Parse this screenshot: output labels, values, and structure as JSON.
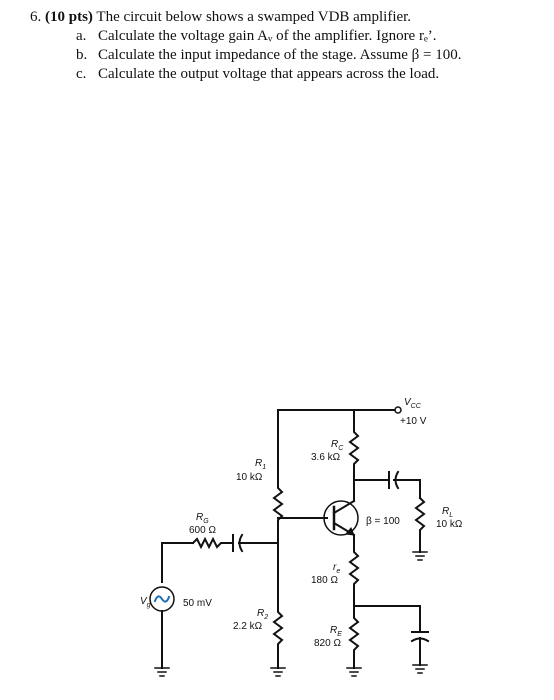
{
  "problem": {
    "number": "6.",
    "points": "(10 pts)",
    "statement": "The circuit below shows a swamped VDB amplifier.",
    "parts": [
      {
        "marker": "a.",
        "text": "Calculate the voltage gain Aᵥ of the amplifier. Ignore rₑ’."
      },
      {
        "marker": "b.",
        "text": "Calculate the input impedance of the stage. Assume β = 100."
      },
      {
        "marker": "c.",
        "text": "Calculate the output voltage that appears across the load."
      }
    ]
  },
  "circuit": {
    "vcc": {
      "symbol": "V",
      "sub": "CC",
      "value": "+10 V"
    },
    "rc": {
      "symbol": "R",
      "sub": "C",
      "value": "3.6 kΩ"
    },
    "r1": {
      "symbol": "R",
      "sub": "1",
      "value": "10 kΩ"
    },
    "r2": {
      "symbol": "R",
      "sub": "2",
      "value": "2.2 kΩ"
    },
    "rg": {
      "symbol": "R",
      "sub": "G",
      "value": "600 Ω"
    },
    "re_swamp": {
      "symbol": "r",
      "sub": "e",
      "value": "180 Ω"
    },
    "re": {
      "symbol": "R",
      "sub": "E",
      "value": "820 Ω"
    },
    "rl": {
      "symbol": "R",
      "sub": "L",
      "value": "10 kΩ"
    },
    "source": {
      "symbol": "V",
      "sub": "g",
      "value": "50 mV"
    },
    "beta": "β = 100"
  }
}
